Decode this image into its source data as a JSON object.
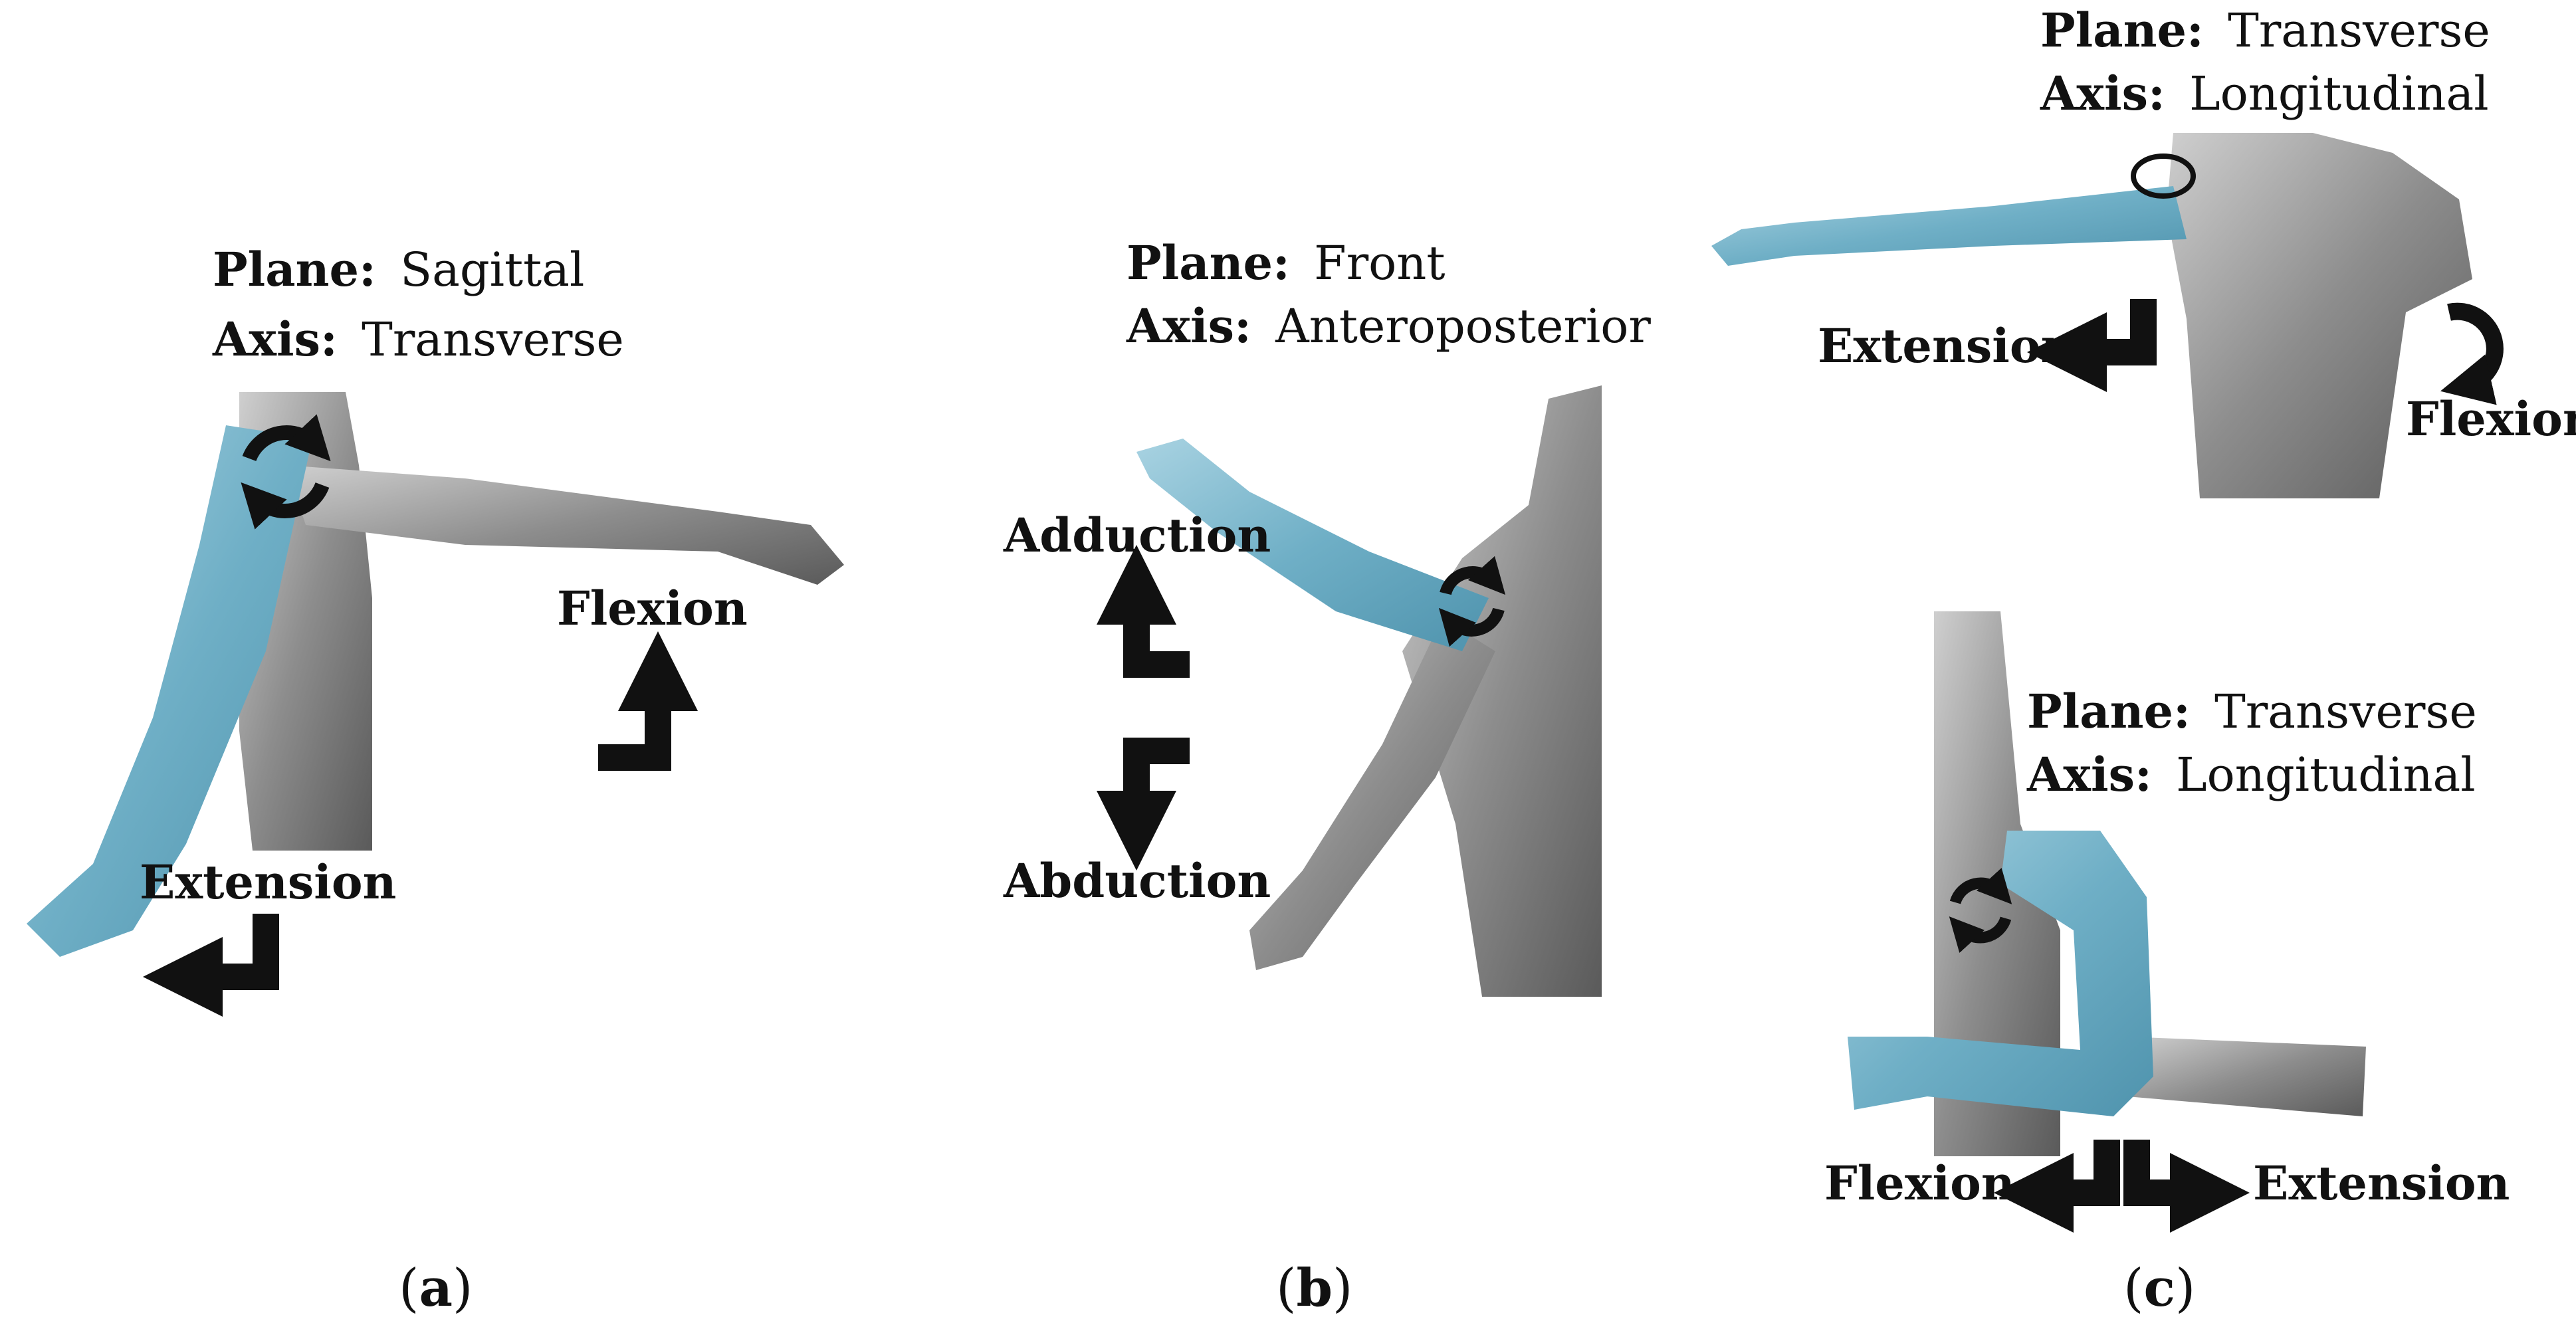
{
  "panels": [
    {
      "id": "a",
      "caption_letter": "a",
      "plane_key": "Plane:",
      "plane_value": "Sagittal",
      "axis_key": "Axis:",
      "axis_value": "Transverse",
      "movement_1": "Flexion",
      "movement_2": "Extension"
    },
    {
      "id": "b",
      "caption_letter": "b",
      "plane_key": "Plane:",
      "plane_value": "Front",
      "axis_key": "Axis:",
      "axis_value": "Anteroposterior",
      "movement_1": "Adduction",
      "movement_2": "Abduction"
    },
    {
      "id": "c-top",
      "plane_key": "Plane:",
      "plane_value": "Transverse",
      "axis_key": "Axis:",
      "axis_value": "Longitudinal",
      "movement_1": "Extension",
      "movement_2": "Flexion"
    },
    {
      "id": "c-bottom",
      "caption_letter": "c",
      "plane_key": "Plane:",
      "plane_value": "Transverse",
      "axis_key": "Axis:",
      "axis_value": "Longitudinal",
      "movement_1": "Flexion",
      "movement_2": "Extension"
    }
  ],
  "colors": {
    "highlight_limb": "#7bb6cc",
    "muscle_gray": "#8a8a8a",
    "arrow": "#111111"
  },
  "icons": [
    "rotation-arrows-icon",
    "curved-arrow-icon"
  ]
}
